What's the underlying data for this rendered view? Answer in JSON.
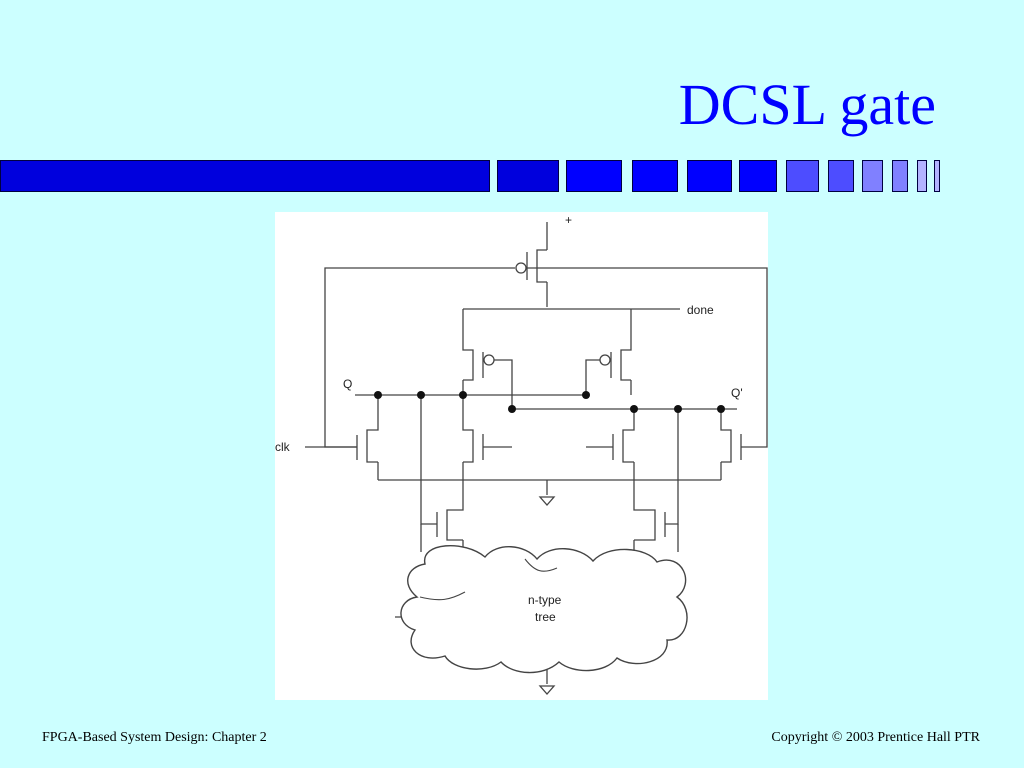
{
  "slide": {
    "title": "DCSL gate",
    "footer_left": "FPGA-Based System Design: Chapter 2",
    "footer_right": "Copyright © 2003 Prentice Hall PTR"
  },
  "diagram": {
    "labels": {
      "supply": "+",
      "done": "done",
      "q": "Q",
      "q_prime": "Q'",
      "clk": "clk",
      "tree_line1": "n-type",
      "tree_line2": "tree"
    }
  },
  "colors": {
    "background": "#ccffff",
    "title": "#0000ff",
    "bar_dark": "#0000dd",
    "bar_mid": "#0000ff",
    "bar_light": "#4d4dff",
    "bar_lighter": "#8080ff",
    "bar_lightest": "#b3b3ff"
  }
}
